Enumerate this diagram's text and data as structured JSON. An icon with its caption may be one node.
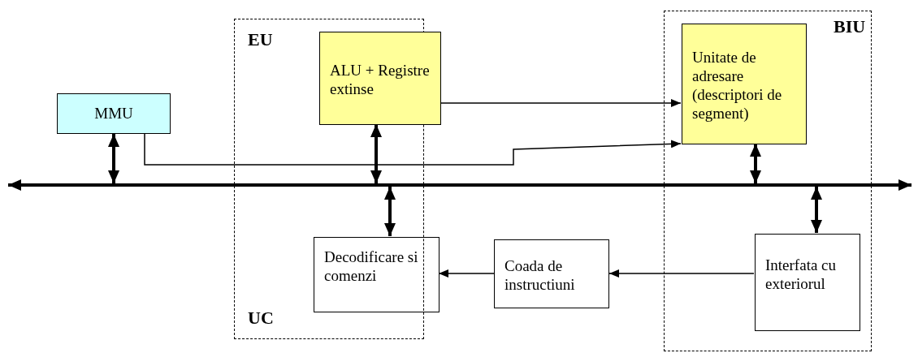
{
  "diagram": {
    "nodes": [
      {
        "text": [
          "EU",
          "UC"
        ]
      },
      {
        "text": [
          "ALU + Registre extinse"
        ],
        "in": 0
      },
      {
        "text": [
          "Decodificare si comenzi"
        ],
        "in": 0
      },
      {
        "text": [
          "BIU"
        ]
      },
      {
        "text": [
          "Unitate de adresare (descriptori de segment)"
        ],
        "in": 3
      },
      {
        "text": [
          "Interfata cu exteriorul"
        ],
        "in": 3
      },
      {
        "text": [
          "MMU"
        ]
      },
      {
        "text": [
          "Coada de instructiuni"
        ]
      },
      {
        "text": [],
        "shape": "bar"
      }
    ],
    "edges": [
      {
        "from": 8,
        "to": null,
        "arrow": "to"
      },
      {
        "from": 8,
        "to": null,
        "arrow": "to"
      },
      {
        "from": 6,
        "to": 8,
        "arrow": "both"
      },
      {
        "from": 1,
        "to": 8,
        "arrow": "both"
      },
      {
        "from": 8,
        "to": 2,
        "arrow": "both"
      },
      {
        "from": 4,
        "to": 8,
        "arrow": "both"
      },
      {
        "from": 8,
        "to": 5,
        "arrow": "both"
      },
      {
        "from": 6,
        "to": 4,
        "arrow": "to"
      },
      {
        "from": 1,
        "to": 4,
        "arrow": "to"
      },
      {
        "from": 5,
        "to": 7,
        "arrow": "to"
      },
      {
        "from": 7,
        "to": 2,
        "arrow": "to"
      }
    ]
  }
}
